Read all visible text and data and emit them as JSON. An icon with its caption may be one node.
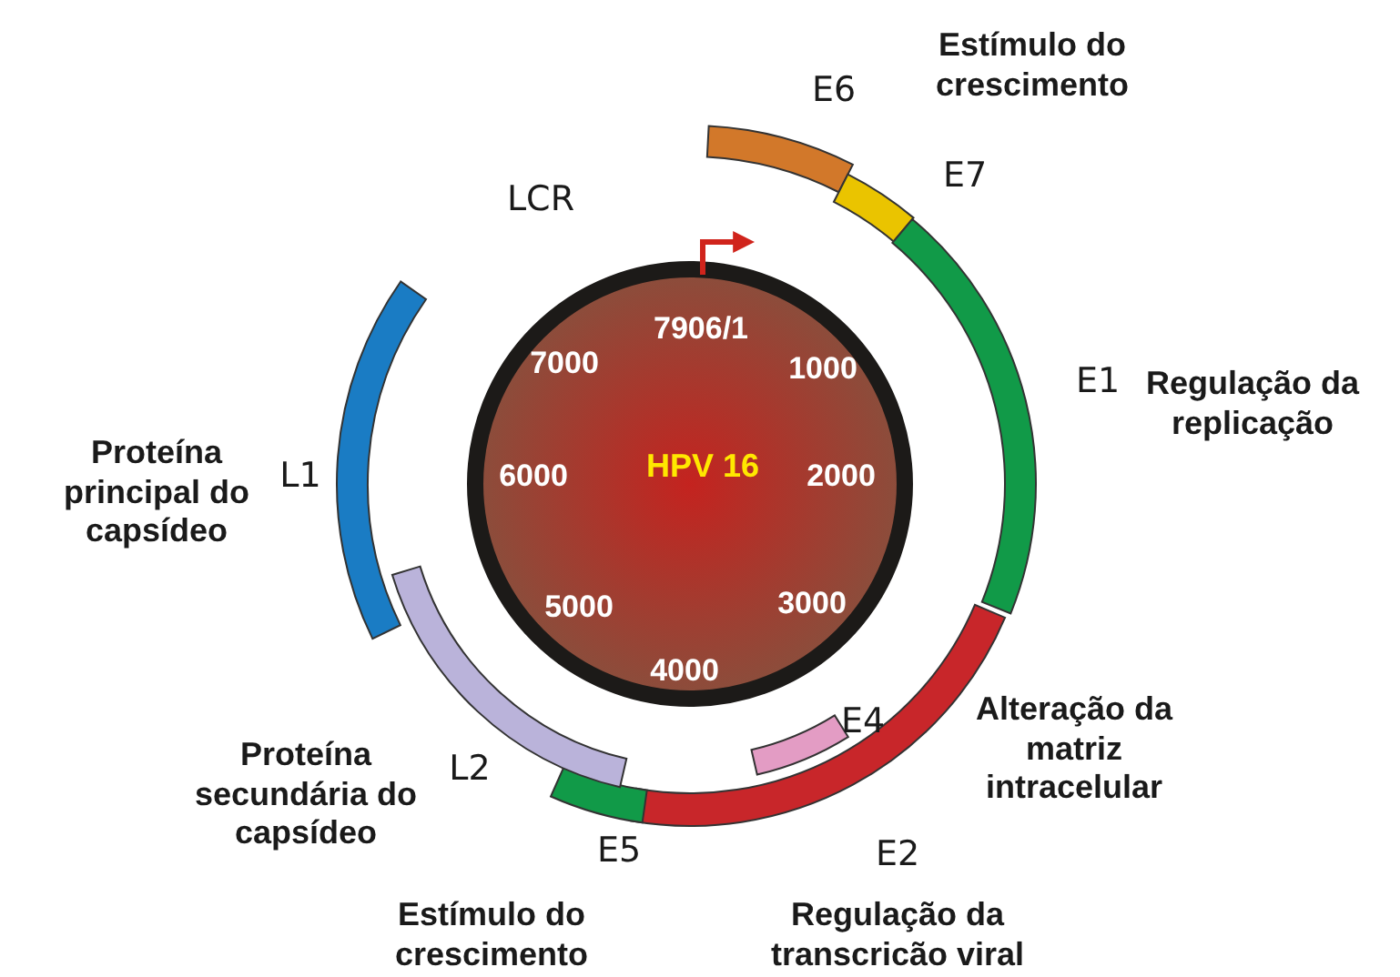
{
  "diagram": {
    "nodes": [
      {
        "text": [
          "HPV 16"
        ]
      },
      {
        "text": [
          "E6"
        ],
        "beside": [
          "Estímulo do crescimento"
        ]
      },
      {
        "text": [
          "E7"
        ]
      },
      {
        "text": [
          "E1"
        ],
        "beside": [
          "Regulação da replicação"
        ]
      },
      {
        "text": [
          "E4"
        ]
      },
      {
        "text": [
          "E2"
        ],
        "beside": [
          "Regulação da transcricão viral"
        ]
      },
      {
        "text": [
          "E5"
        ],
        "beside": [
          "Estímulo do crescimento"
        ]
      },
      {
        "text": [
          "L2"
        ],
        "beside": [
          "Proteína secundária do capsídeo"
        ]
      },
      {
        "text": [
          "L1"
        ],
        "beside": [
          "Proteína principal do capsídeo"
        ]
      }
    ],
    "edges": [],
    "labels": [
      "LCR",
      "7906/1",
      "7000",
      "1000",
      "6000",
      "2000",
      "5000",
      "3000",
      "4000",
      "Alteração da matriz intracelular"
    ]
  }
}
